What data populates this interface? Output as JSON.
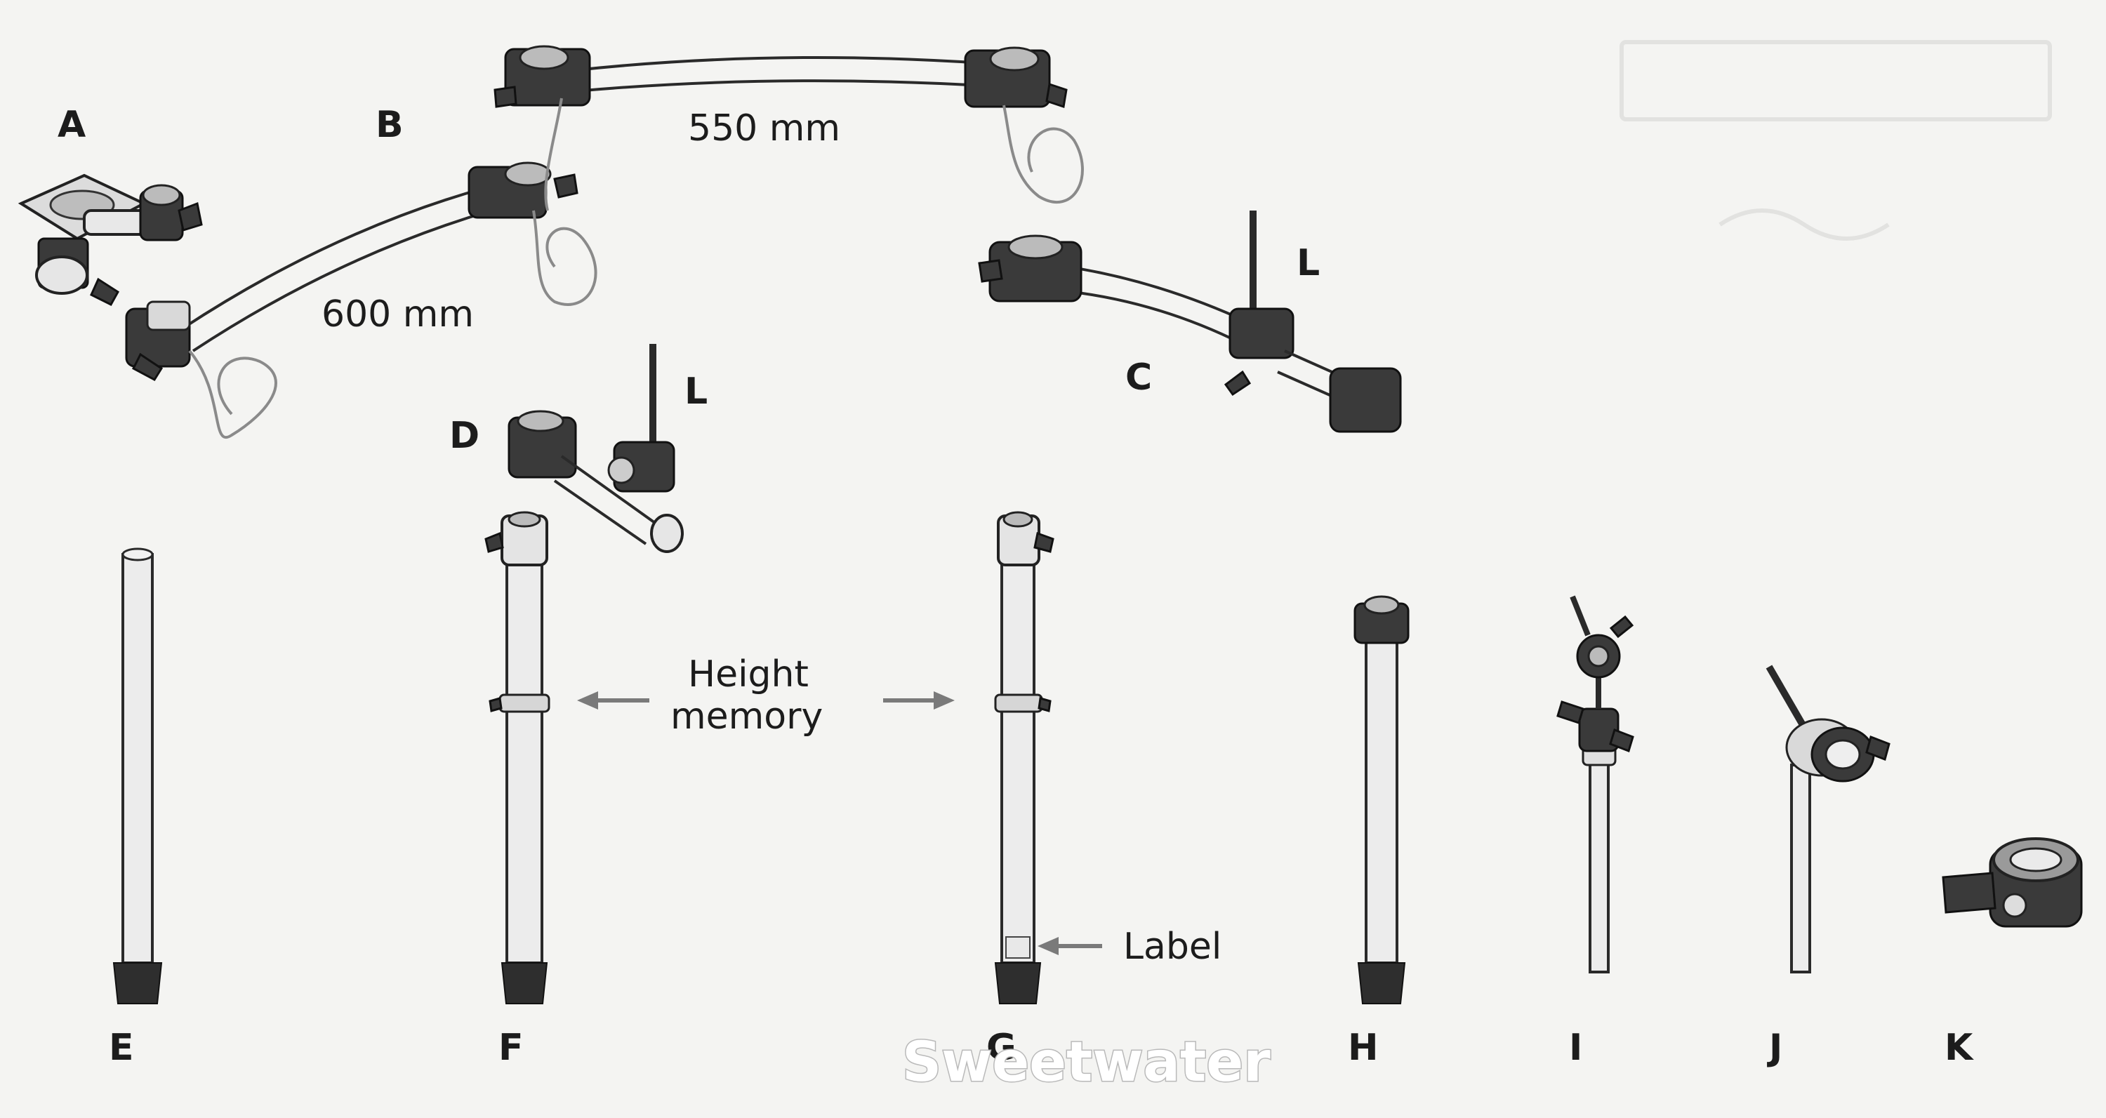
{
  "parts": {
    "A": "A",
    "B": "B",
    "C": "C",
    "D": "D",
    "E": "E",
    "F": "F",
    "G": "G",
    "H": "H",
    "I": "I",
    "J": "J",
    "K": "K",
    "L_upper": "L",
    "L_lower": "L"
  },
  "dimensions": {
    "upper_arm": "550 mm",
    "lower_arm": "600 mm"
  },
  "annotations": {
    "height_memory_line1": "Height",
    "height_memory_line2": "memory",
    "label": "Label"
  },
  "watermark": "Sweetwater",
  "colors": {
    "background": "#f4f4f2",
    "ink": "#1c1c1c",
    "annotation_arrow": "#7a7a7a"
  }
}
